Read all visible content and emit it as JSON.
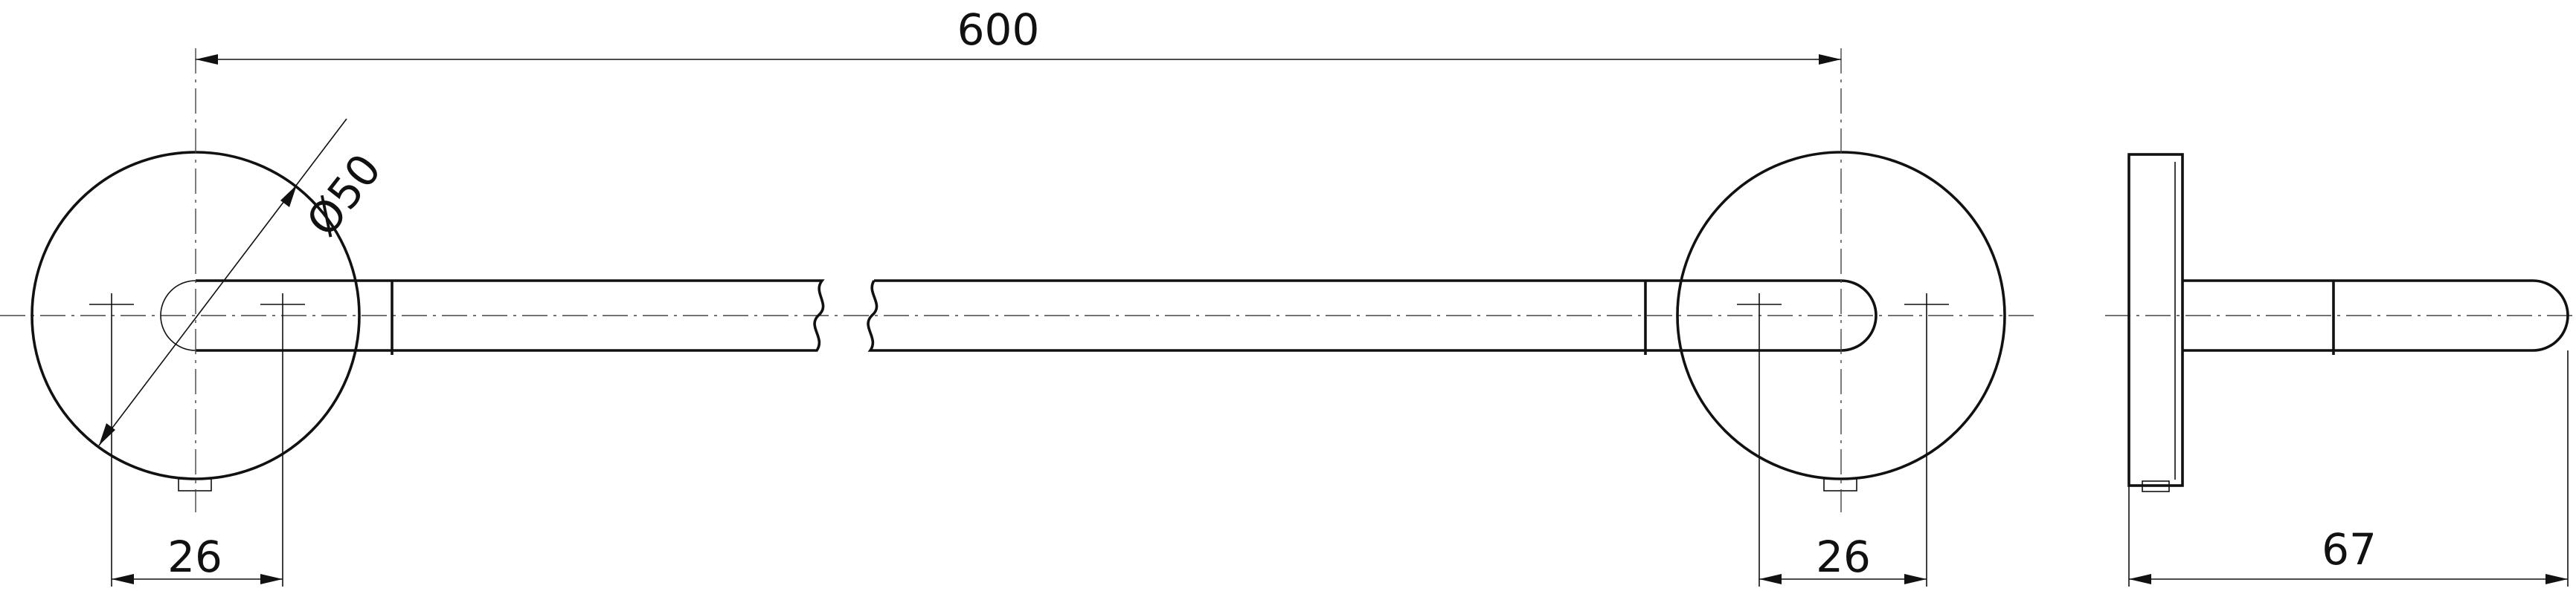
{
  "dimensions": {
    "overall_length": "600",
    "diameter": "Ø50",
    "left_offset": "26",
    "right_offset": "26",
    "depth": "67"
  }
}
